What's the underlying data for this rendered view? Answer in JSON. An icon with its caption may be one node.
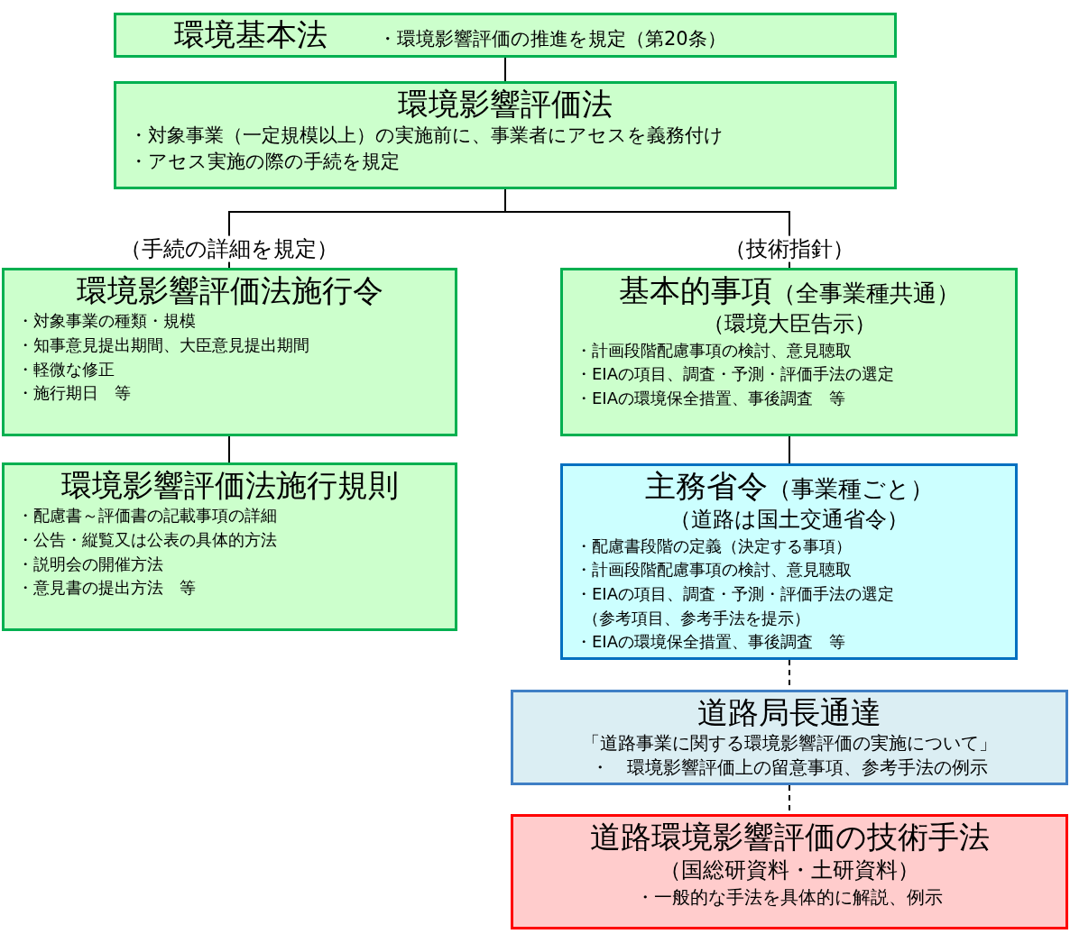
{
  "diagram": {
    "nodes": [
      {
        "text": [
          "環境基本法",
          "・環境影響評価の推進を規定（第20条）"
        ]
      },
      {
        "text": [
          "環境影響評価法",
          "・対象事業（一定規模以上）の実施前に、事業者にアセスを義務付け",
          "・アセス実施の際の手続を規定"
        ]
      },
      {
        "text": [
          "環境影響評価法施行令",
          "・対象事業の種類・規模",
          "・知事意見提出期間、大臣意見提出期間",
          "・軽微な修正",
          "・施行期日　等"
        ]
      },
      {
        "text": [
          "環境影響評価法施行規則",
          "・配慮書～評価書の記載事項の詳細",
          "・公告・縦覧又は公表の具体的方法",
          "・説明会の開催方法",
          "・意見書の提出方法　等"
        ]
      },
      {
        "text": [
          "基本的事項",
          "（全事業種共通）",
          "（環境大臣告示）",
          "・計画段階配慮事項の検討、意見聴取",
          "・EIAの項目、調査・予測・評価手法の選定",
          "・EIAの環境保全措置、事後調査　等"
        ]
      },
      {
        "text": [
          "主務省令",
          "（事業種ごと）",
          "（道路は国土交通省令）",
          "・配慮書段階の定義（決定する事項）",
          "・計画段階配慮事項の検討、意見聴取",
          "・EIAの項目、調査・予測・評価手法の選定",
          "（参考項目、参考手法を提示）",
          "・EIAの環境保全措置、事後調査　等"
        ]
      },
      {
        "text": [
          "道路局長通達",
          "「道路事業に関する環境影響評価の実施について」",
          "・　環境影響評価上の留意事項、参考手法の例示"
        ]
      },
      {
        "text": [
          "道路環境影響評価の技術手法",
          "（国総研資料・土研資料）",
          "・一般的な手法を具体的に解説、例示"
        ]
      }
    ],
    "edges": [
      {
        "from": 0,
        "to": 1,
        "arrow": "none"
      },
      {
        "from": 1,
        "to": 2,
        "arrow": "none",
        "label": "（手続の詳細を規定）"
      },
      {
        "from": 1,
        "to": 4,
        "arrow": "none",
        "label": "（技術指針）"
      },
      {
        "from": 2,
        "to": 3,
        "arrow": "none"
      },
      {
        "from": 4,
        "to": 5,
        "arrow": "none"
      },
      {
        "from": 5,
        "to": 6,
        "arrow": "none",
        "style": "dashed"
      },
      {
        "from": 6,
        "to": 7,
        "arrow": "none",
        "style": "dashed"
      }
    ]
  }
}
